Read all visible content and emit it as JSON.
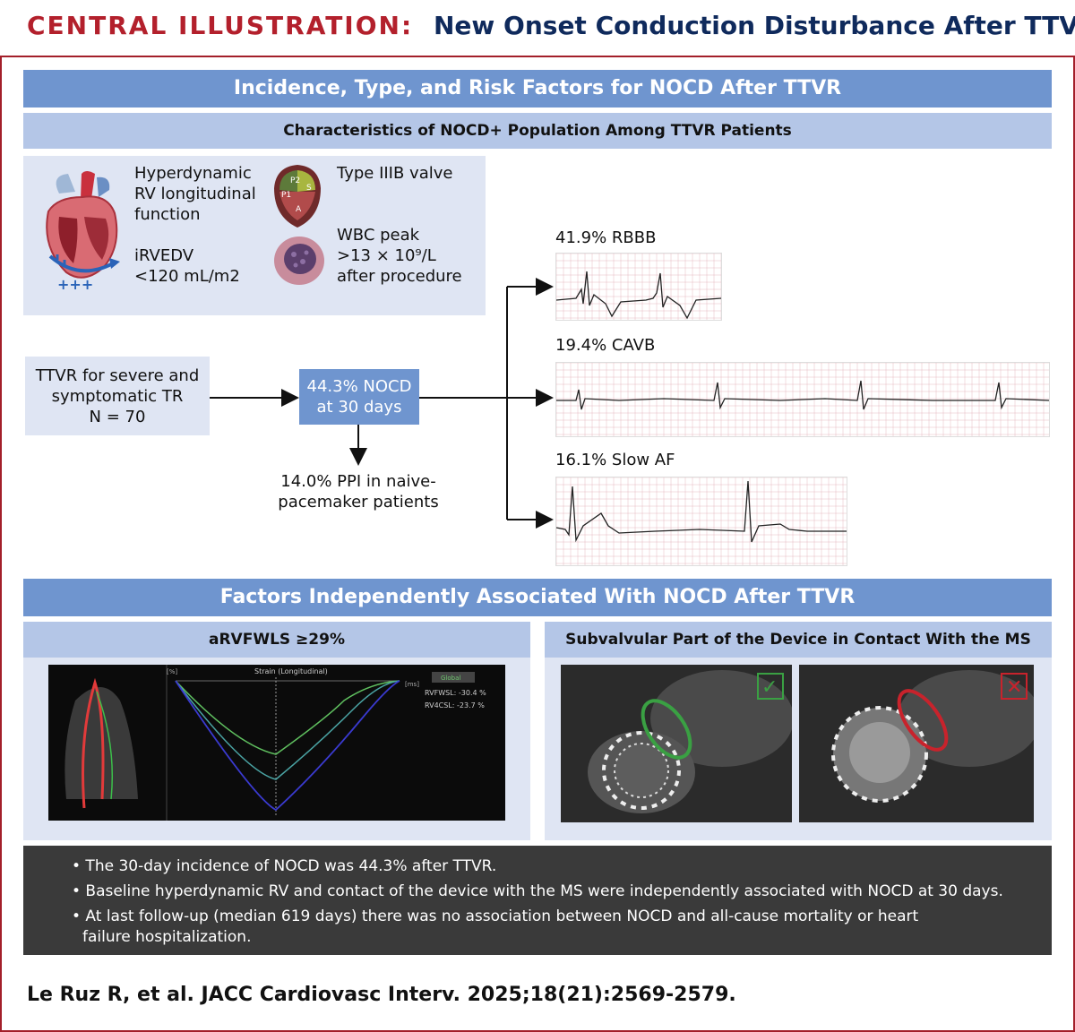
{
  "header": {
    "label": "CENTRAL ILLUSTRATION:",
    "title": "New Onset Conduction Disturbance After TTVR"
  },
  "section1": {
    "band": "Incidence, Type, and Risk Factors for NOCD After TTVR",
    "subband": "Characteristics of NOCD+ Population Among TTVR Patients",
    "characteristics": {
      "hyperdynamic": [
        "Hyperdynamic",
        "RV longitudinal",
        "function"
      ],
      "irvedv": [
        "iRVEDV",
        "<120 mL/m2"
      ],
      "irvedv_plus": "+++",
      "valve": "Type IIIB valve",
      "valve_labels": [
        "P2",
        "P1",
        "S",
        "A"
      ],
      "wbc": [
        "WBC peak",
        ">13 × 10⁹/L",
        "after procedure"
      ]
    },
    "flow": {
      "start": [
        "TTVR for severe and",
        "symptomatic TR",
        "N = 70"
      ],
      "nocd": [
        "44.3% NOCD",
        "at 30 days"
      ],
      "ppi": [
        "14.0% PPI in naive-",
        "pacemaker patients"
      ]
    },
    "ecg": [
      {
        "label": "41.9% RBBB",
        "percent": 41.9
      },
      {
        "label": "19.4% CAVB",
        "percent": 19.4
      },
      {
        "label": "16.1% Slow AF",
        "percent": 16.1
      }
    ]
  },
  "section2": {
    "band": "Factors Independently Associated With NOCD After TTVR",
    "left_title": "aRVFWLS ≥29%",
    "right_title": "Subvalvular Part of the Device in Contact With the MS",
    "strain": {
      "header": "Strain (Longitudinal)",
      "unit_y": "[%]",
      "unit_x": "[ms]",
      "global": "Global",
      "rvfwsl": "RVFWSL: -30.4 %",
      "rv4csl": "RV4CSL: -23.7 %"
    },
    "ct_marks": {
      "ok": "✓",
      "bad": "✕"
    }
  },
  "summary": [
    "• The 30-day incidence of NOCD was 44.3% after TTVR.",
    "• Baseline hyperdynamic RV and contact of the device with the MS were independently associated with NOCD at 30 days.",
    "• At last follow-up (median 619 days) there was no association between NOCD and all-cause mortality or heart",
    "failure hospitalization."
  ],
  "citation": "Le Ruz R, et al. JACC Cardiovasc Interv. 2025;18(21):2569-2579.",
  "colors": {
    "brand_red": "#b3202c",
    "navy": "#0f2a5c",
    "band_blue": "#6f95cf",
    "light_blue": "#b4c6e7",
    "ok_green": "#3aa043",
    "bad_red": "#c8232c"
  }
}
